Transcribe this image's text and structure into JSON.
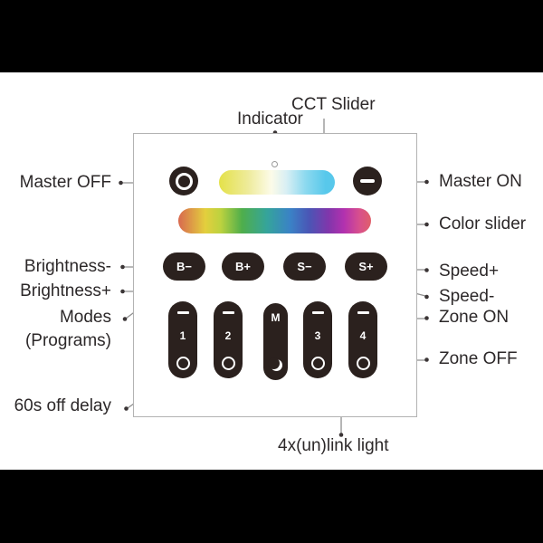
{
  "callouts": {
    "cct_slider": "CCT Slider",
    "indicator": "Indicator",
    "master_off": "Master OFF",
    "master_on": "Master ON",
    "color_slider": "Color slider",
    "brightness_minus": "Brightness-",
    "brightness_plus": "Brightness+",
    "modes_line1": "Modes",
    "modes_line2": "(Programs)",
    "speed_plus": "Speed+",
    "speed_minus": "Speed-",
    "zone_on": "Zone ON",
    "zone_off": "Zone OFF",
    "off_delay": "60s off delay",
    "link_light": "4x(un)link light"
  },
  "panel": {
    "buttons": {
      "b_minus": "B−",
      "b_plus": "B+",
      "s_minus": "S−",
      "s_plus": "S+",
      "zone1": "1",
      "zone2": "2",
      "zone3": "3",
      "zone4": "4",
      "mode": "M"
    },
    "colors": {
      "button_bg": "#2b211e",
      "panel_border": "#b3b3b3",
      "leader_line": "#8f8f8f",
      "text": "#2c2829",
      "letterbox": "#000000",
      "cct_gradient": [
        "#e4e149",
        "#fcfbe8",
        "#58c8eb"
      ],
      "color_gradient": [
        "#d8694f",
        "#e3cf3d",
        "#4fae4b",
        "#35a49b",
        "#3a82c6",
        "#8136ab",
        "#b231af",
        "#e0606a"
      ]
    }
  }
}
